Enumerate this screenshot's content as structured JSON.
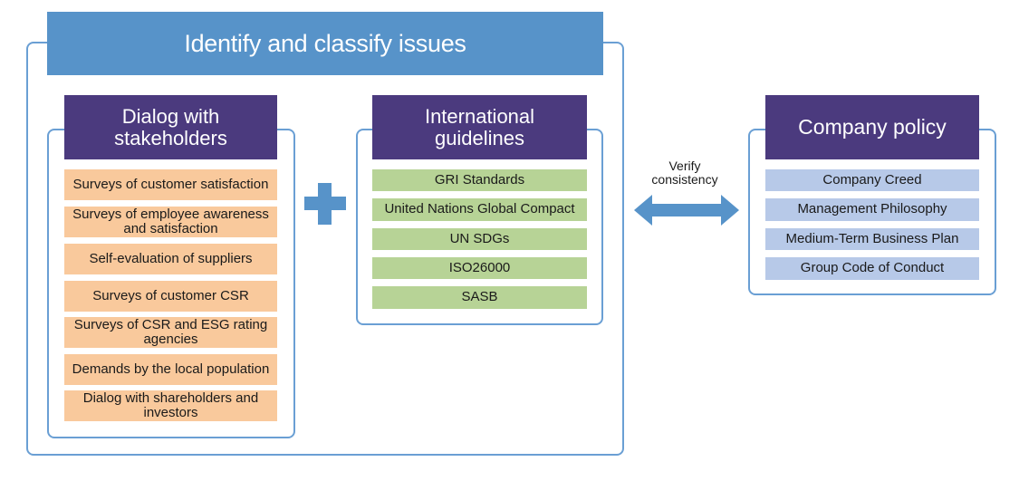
{
  "banner": {
    "title": "Identify and classify issues"
  },
  "panels": {
    "stakeholders": {
      "title_line1": "Dialog with",
      "title_line2": "stakeholders",
      "items": [
        "Surveys of customer satisfaction",
        "Surveys of employee awareness and satisfaction",
        "Self-evaluation of suppliers",
        "Surveys of customer CSR",
        "Surveys of CSR and ESG rating agencies",
        "Demands by the local population",
        "Dialog with shareholders and investors"
      ]
    },
    "guidelines": {
      "title_line1": "International",
      "title_line2": "guidelines",
      "items": [
        "GRI Standards",
        "United Nations Global Compact",
        "UN SDGs",
        "ISO26000",
        "SASB"
      ]
    },
    "policy": {
      "title": "Company policy",
      "items": [
        "Company Creed",
        "Management Philosophy",
        "Medium-Term Business Plan",
        "Group Code of Conduct"
      ]
    }
  },
  "connectors": {
    "plus_icon": "plus-icon",
    "arrow_icon": "double-arrow-icon",
    "verify_line1": "Verify",
    "verify_line2": "consistency"
  },
  "colors": {
    "banner": "#5793c9",
    "header": "#4b3a7e",
    "frame": "#6a9fd4",
    "stakeholder_item": "#f9c99c",
    "guideline_item": "#b7d396",
    "policy_item": "#b7c9e8"
  }
}
